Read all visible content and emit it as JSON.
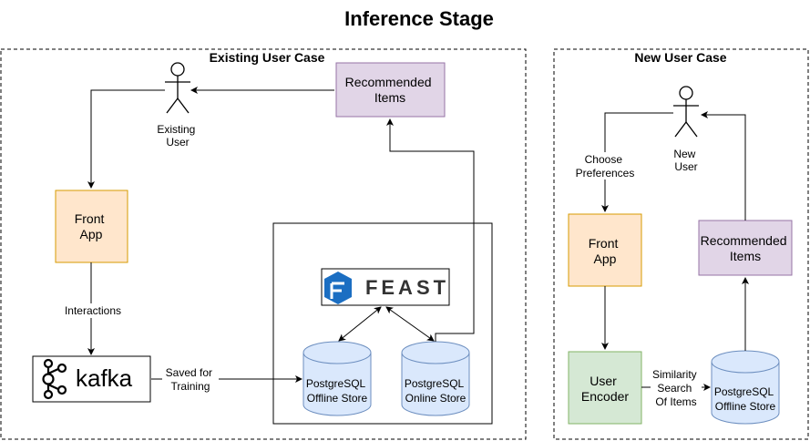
{
  "title": "Inference Stage",
  "existing": {
    "section_label": "Existing User Case",
    "actor": [
      "Existing",
      "User"
    ],
    "recommended": [
      "Recommended",
      "Items"
    ],
    "front_app": [
      "Front",
      "App"
    ],
    "interactions": "Interactions",
    "kafka": "kafka",
    "saved_for_training": [
      "Saved for",
      "Training"
    ],
    "feast": "FEAST",
    "offline_store": [
      "PostgreSQL",
      "Offline Store"
    ],
    "online_store": [
      "PostgreSQL",
      "Online Store"
    ]
  },
  "newcase": {
    "section_label": "New User Case",
    "actor": [
      "New",
      "User"
    ],
    "choose_preferences": [
      "Choose",
      "Preferences"
    ],
    "front_app": [
      "Front",
      "App"
    ],
    "recommended": [
      "Recommended",
      "Items"
    ],
    "user_encoder": [
      "User",
      "Encoder"
    ],
    "similarity_search": [
      "Similarity",
      "Search",
      "Of Items"
    ],
    "offline_store": [
      "PostgreSQL",
      "Offline Store"
    ]
  },
  "colors": {
    "purple_fill": "#e1d5e7",
    "purple_stroke": "#9673a6",
    "orange_fill": "#ffe6cc",
    "orange_stroke": "#d79b00",
    "green_fill": "#d5e8d4",
    "green_stroke": "#82b366",
    "blue_fill": "#dae8fc",
    "blue_stroke": "#6c8ebf",
    "feast_blue": "#1b6ec2"
  }
}
